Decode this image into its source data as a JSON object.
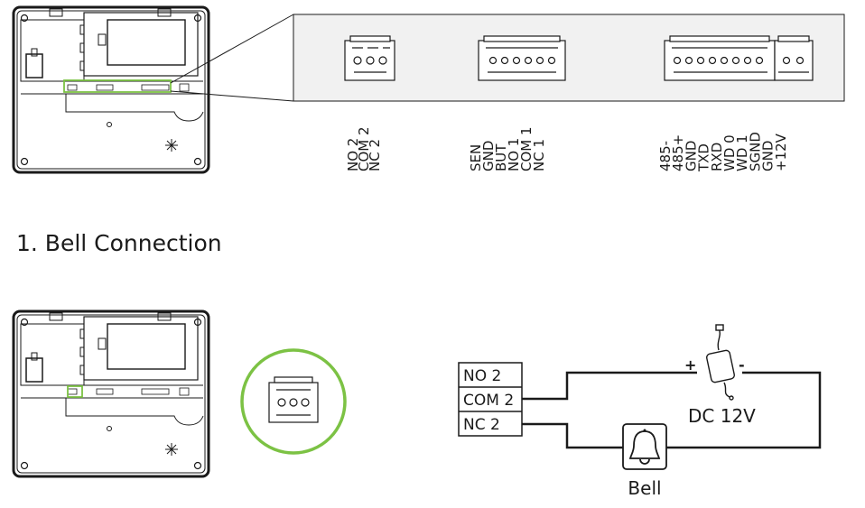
{
  "section_heading": "1. Bell Connection",
  "connectors": [
    {
      "name": "left",
      "pins": [
        "NO 2",
        "COM 2",
        "NC 2"
      ]
    },
    {
      "name": "middle",
      "pins": [
        "SEN",
        "GND",
        "BUT",
        "NO 1",
        "COM 1",
        "NC 1"
      ]
    },
    {
      "name": "right",
      "pins": [
        "485-",
        "485+",
        "GND",
        "TXD",
        "RXD",
        "WD 0",
        "WD 1",
        "SGND",
        "GND",
        "+12V"
      ]
    }
  ],
  "terminal_block": [
    "NO 2",
    "COM 2",
    "NC 2"
  ],
  "power_supply": {
    "label": "DC 12V",
    "plus": "+",
    "minus": "-"
  },
  "bell": {
    "label": "Bell"
  },
  "colors": {
    "highlight": "#7cc244",
    "line": "#1a1a1a"
  },
  "icons": [
    "bell-icon",
    "power-adapter-icon",
    "device-back-panel-icon"
  ]
}
